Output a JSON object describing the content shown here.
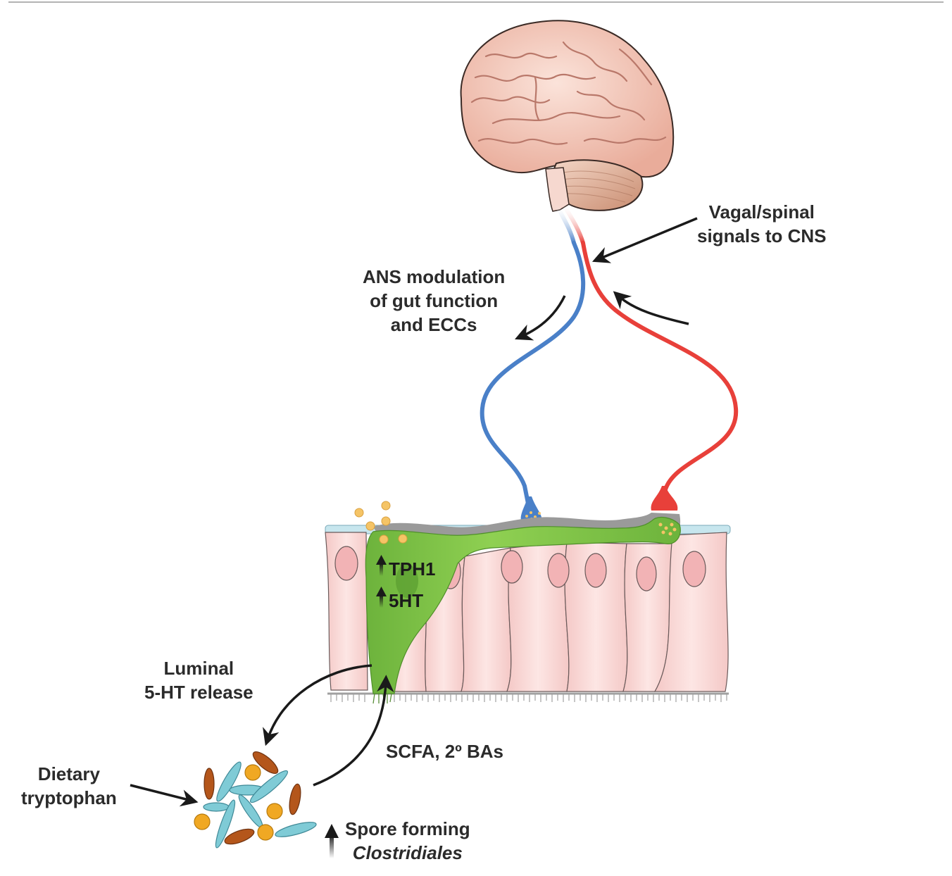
{
  "figure": {
    "labels": {
      "vagal": [
        "Vagal/spinal",
        "signals to CNS"
      ],
      "ans": [
        "ANS modulation",
        "of gut function",
        "and ECCs"
      ],
      "tph1": "TPH1",
      "fivehti": "5HT",
      "luminal": [
        "Luminal",
        "5-HT release"
      ],
      "scfa": "SCFA, 2º BAs",
      "dietary": [
        "Dietary",
        "tryptophan"
      ],
      "spore": [
        "Spore forming",
        "Clostridiales"
      ]
    },
    "colors": {
      "afferent_nerve": "#e8403a",
      "efferent_nerve": "#4a80c8",
      "ecc_cell": "#7ac043",
      "epithelium": "#f8d6d4",
      "nucleus": "#f2b3b5",
      "brain": "#f3c9bb",
      "bacteria_orange": "#f0a823",
      "bacteria_brown": "#b4561b",
      "bacteria_blue": "#7fcbd6",
      "serotonin_granule": "#f5c466"
    }
  }
}
